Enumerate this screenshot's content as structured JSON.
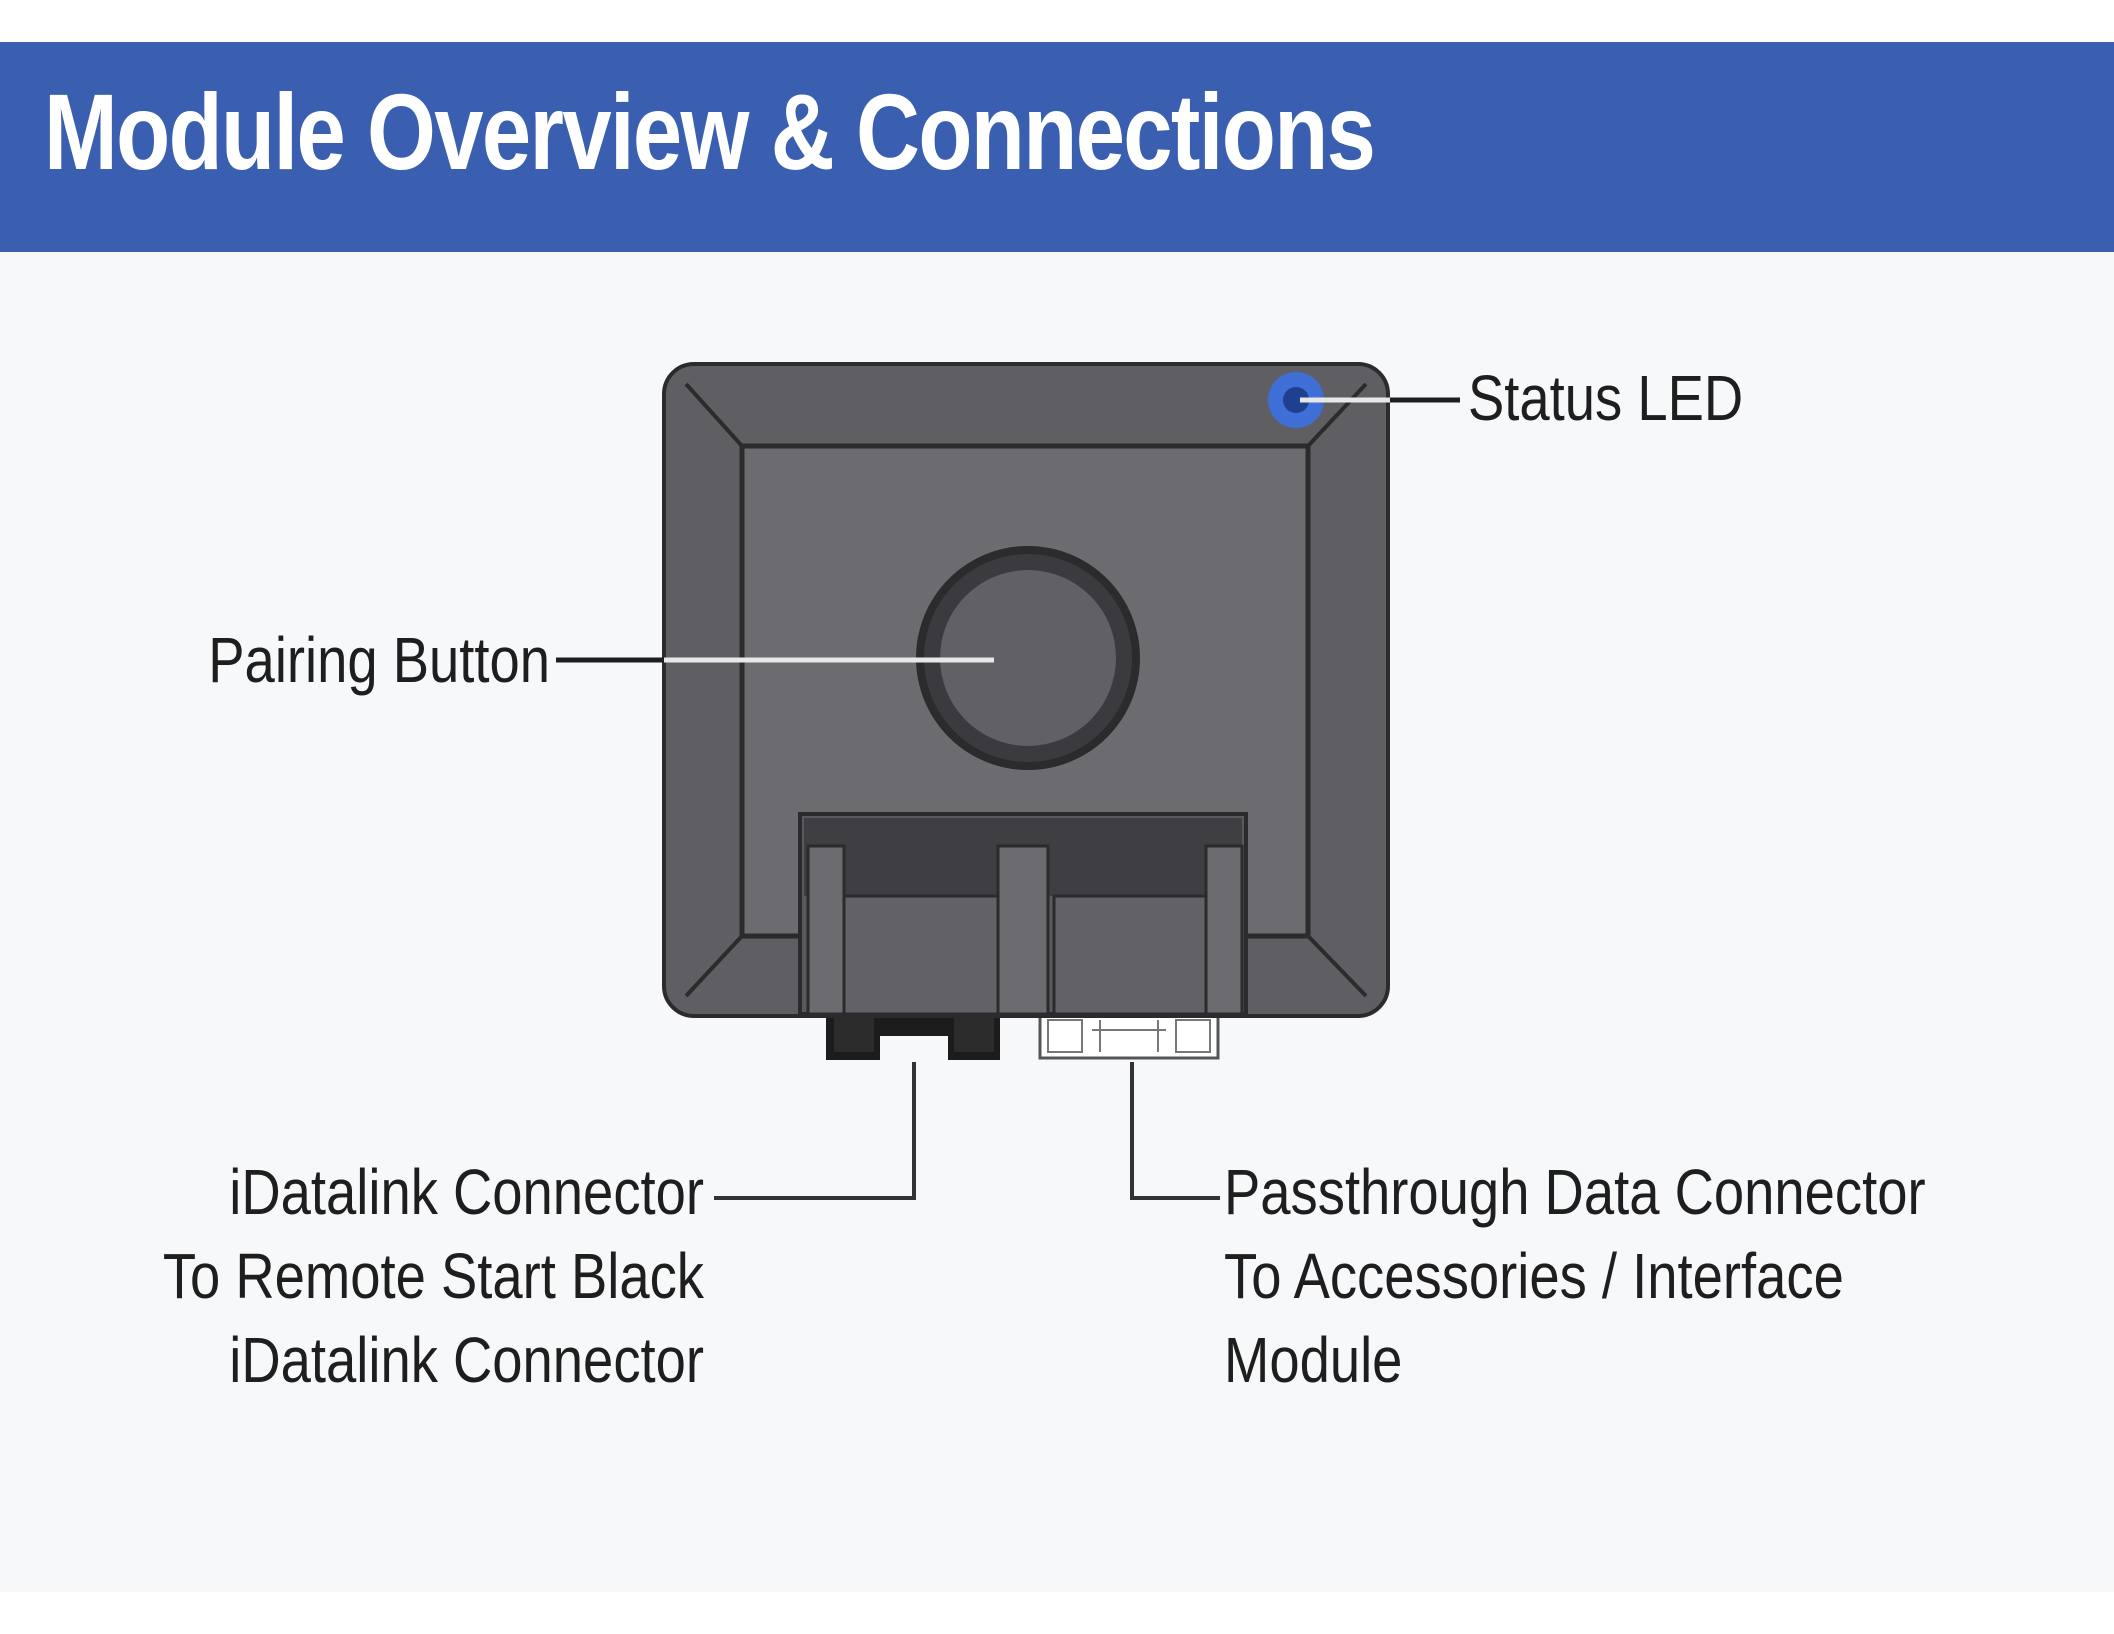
{
  "header": {
    "title": "Module Overview & Connections",
    "band_color": "#3a5fb0"
  },
  "module": {
    "body_color": "#5f5f63",
    "led_color": "#3d6fd6"
  },
  "callouts": {
    "status_led": {
      "lines": [
        "Status LED"
      ]
    },
    "pairing_button": {
      "lines": [
        "Pairing Button"
      ]
    },
    "idatalink_connector": {
      "lines": [
        "iDatalink Connector",
        "To Remote Start Black",
        "iDatalink Connector"
      ]
    },
    "passthrough_connector": {
      "lines": [
        "Passthrough Data Connector",
        "To Accessories / Interface",
        "Module"
      ]
    }
  }
}
